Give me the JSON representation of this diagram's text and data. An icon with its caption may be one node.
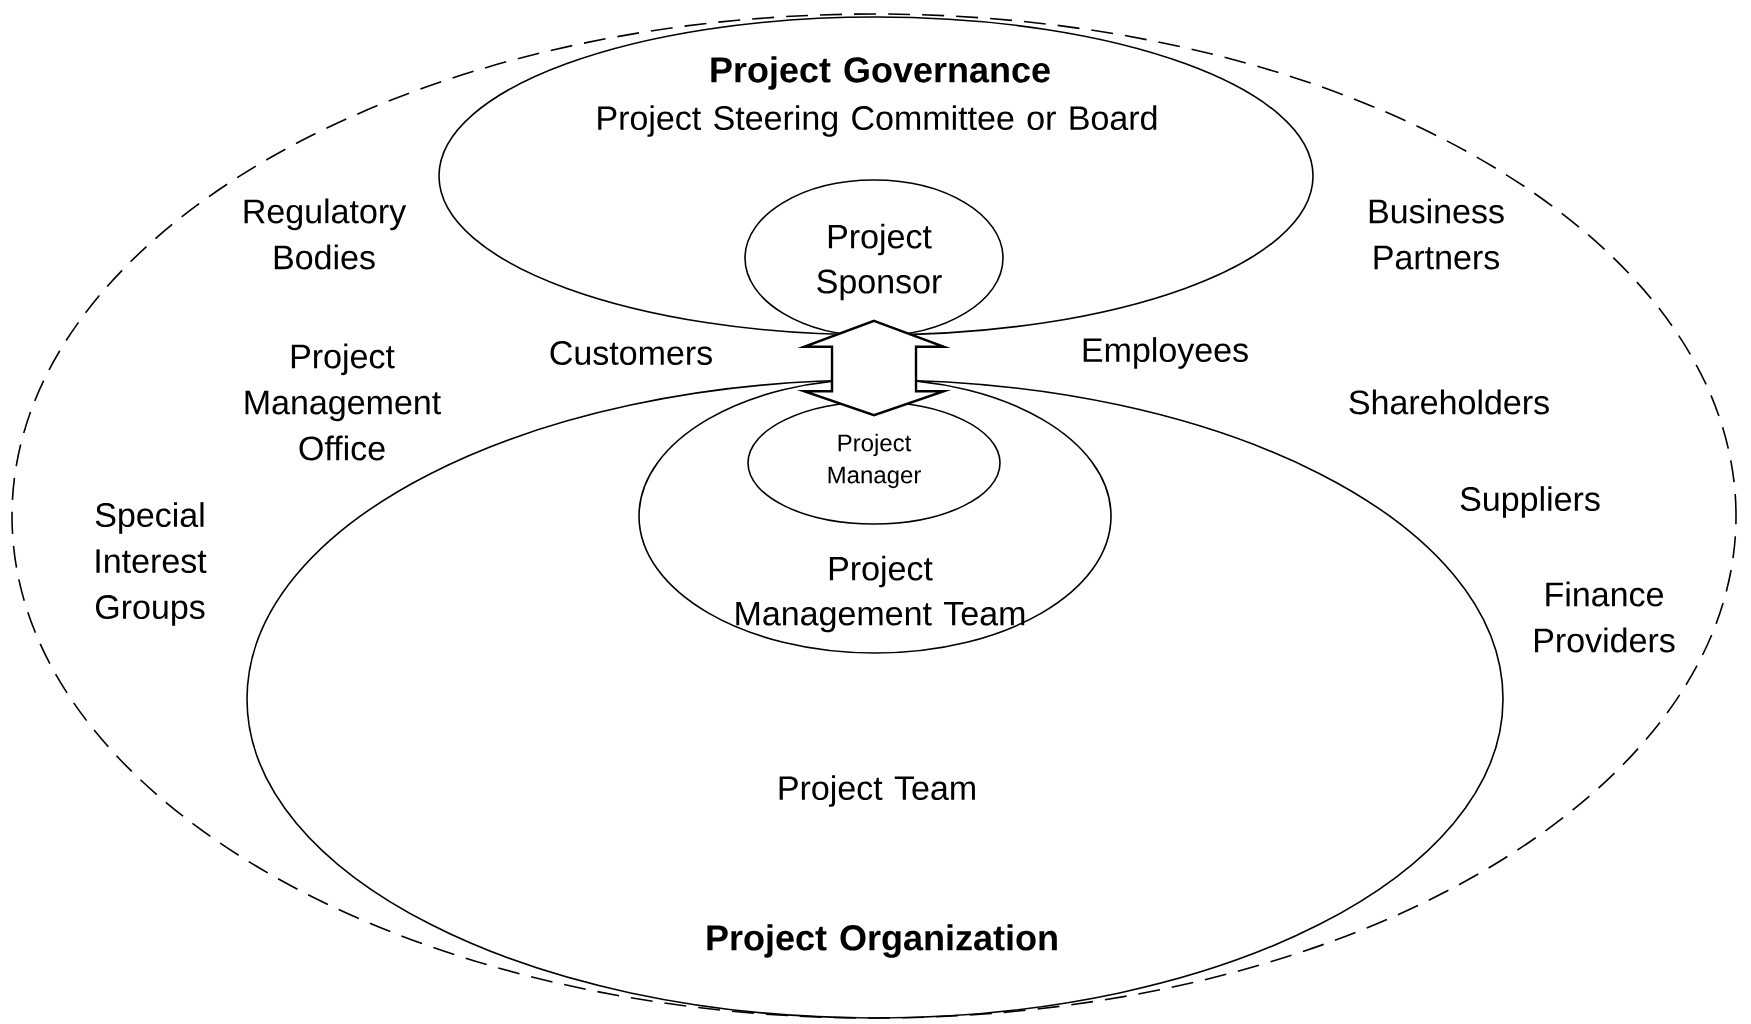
{
  "diagram": {
    "nodes": [
      {
        "text": [
          "Project Governance",
          "Project Steering Committee or Board"
        ]
      },
      {
        "text": [
          "Project Sponsor"
        ],
        "in": 0
      },
      {
        "text": [
          "Project Team",
          "Project Organization"
        ]
      },
      {
        "text": [
          "Project Management Team"
        ],
        "in": 2
      },
      {
        "text": [
          "Project Manager"
        ],
        "in": 3
      }
    ],
    "edges": [
      {
        "from": 1,
        "to": 4,
        "arrow": "both",
        "style": "thick"
      }
    ],
    "labels": [
      "Regulatory Bodies",
      "Business Partners",
      "Project Management Office",
      "Customers",
      "Employees",
      "Shareholders",
      "Special Interest Groups",
      "Suppliers",
      "Finance Providers"
    ]
  }
}
